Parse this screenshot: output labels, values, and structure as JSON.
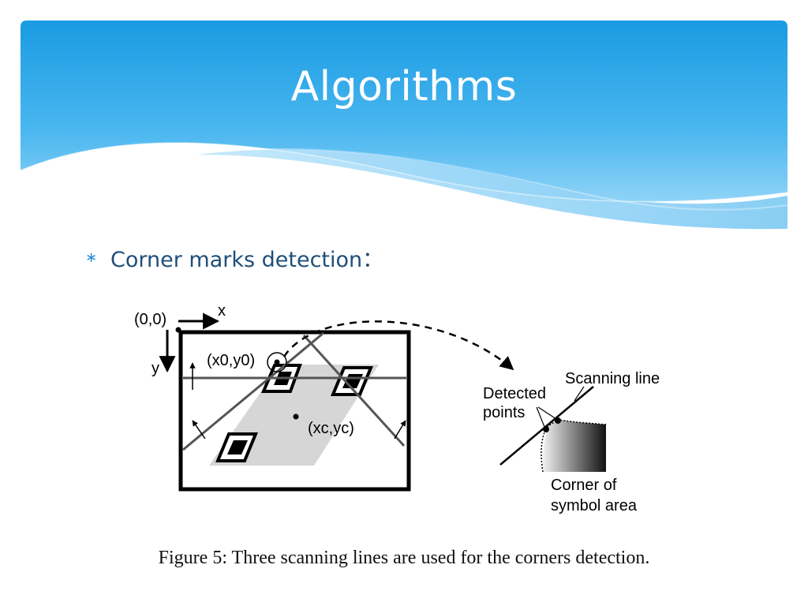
{
  "slide": {
    "title": "Algorithms",
    "bullet": {
      "marker": "∗",
      "text": "Corner marks detection："
    }
  },
  "figure": {
    "origin_label": "(0,0)",
    "x_axis_label": "x",
    "y_axis_label": "y",
    "start_point_label": "(x0,y0)",
    "center_point_label": "(xc,yc)",
    "scanning_line_label": "Scanning line",
    "detected_points_label_line1": "Detected",
    "detected_points_label_line2": "points",
    "corner_label_line1": "Corner of",
    "corner_label_line2": "symbol area",
    "caption": "Figure 5: Three scanning lines are used for the corners detection."
  },
  "colors": {
    "header_light": "#8fd3f7",
    "header_dark": "#1a9be3",
    "bullet_text": "#1f4e79",
    "bullet_marker": "#2a8fd8"
  }
}
